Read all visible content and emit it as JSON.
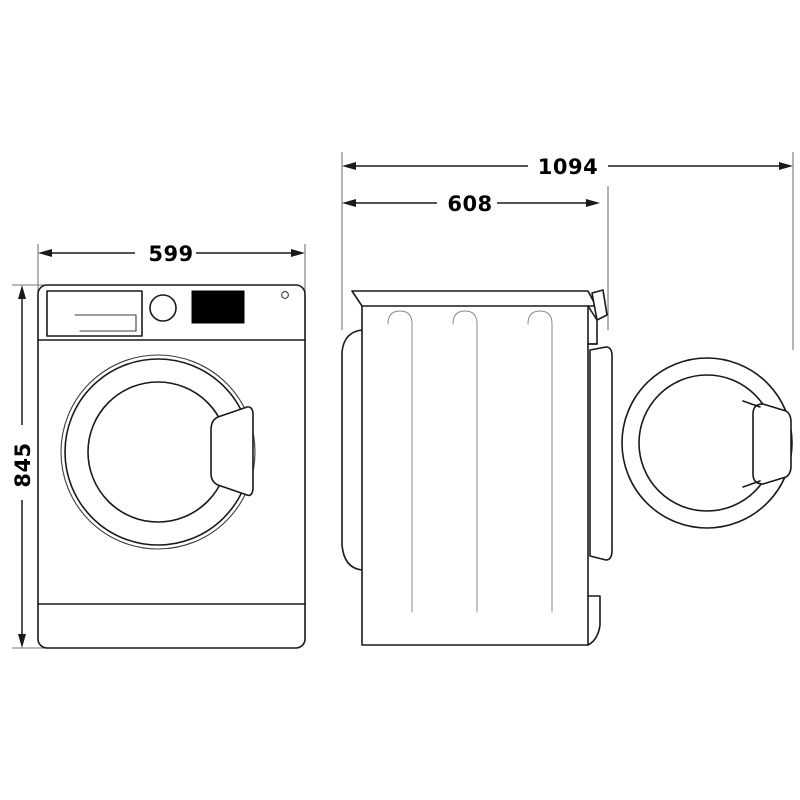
{
  "drawing": {
    "type": "technical-dimension-drawing",
    "subject": "front-loading washing machine",
    "background_color": "#ffffff",
    "line_color": "#1a1a1a",
    "unit": "mm",
    "views": [
      {
        "id": "front-view",
        "label": "front elevation"
      },
      {
        "id": "side-view",
        "label": "side elevation with door open"
      }
    ]
  },
  "dimensions": {
    "width": {
      "value": "599",
      "axis": "horizontal",
      "applies_to": "front-view",
      "position": "above"
    },
    "height": {
      "value": "845",
      "axis": "vertical",
      "applies_to": "front-view",
      "position": "left",
      "rotated": true
    },
    "depth_with_door_open": {
      "value": "1094",
      "axis": "horizontal",
      "applies_to": "side-view",
      "position": "above-outer"
    },
    "depth_body": {
      "value": "608",
      "axis": "horizontal",
      "applies_to": "side-view",
      "position": "above-inner"
    }
  },
  "front_view_parts": {
    "cabinet": "cabinet-outline",
    "control_panel": "control-panel",
    "detergent_drawer": "detergent-drawer",
    "program_knob": "program-selector-knob",
    "display": "display-screen",
    "display_color": "#000000",
    "indicator": "indicator-light",
    "door": "porthole-door",
    "door_handle": "door-handle",
    "plinth": "bottom-plinth"
  },
  "side_view_parts": {
    "body": "machine-body-profile",
    "top_panel": "top-panel",
    "rear_bulge": "rear-cover",
    "ribs": "body-ribs",
    "knob_profile": "knob-profile",
    "front_face": "front-face-panel",
    "open_door": "open-door-circle",
    "open_door_handle": "open-door-handle"
  }
}
